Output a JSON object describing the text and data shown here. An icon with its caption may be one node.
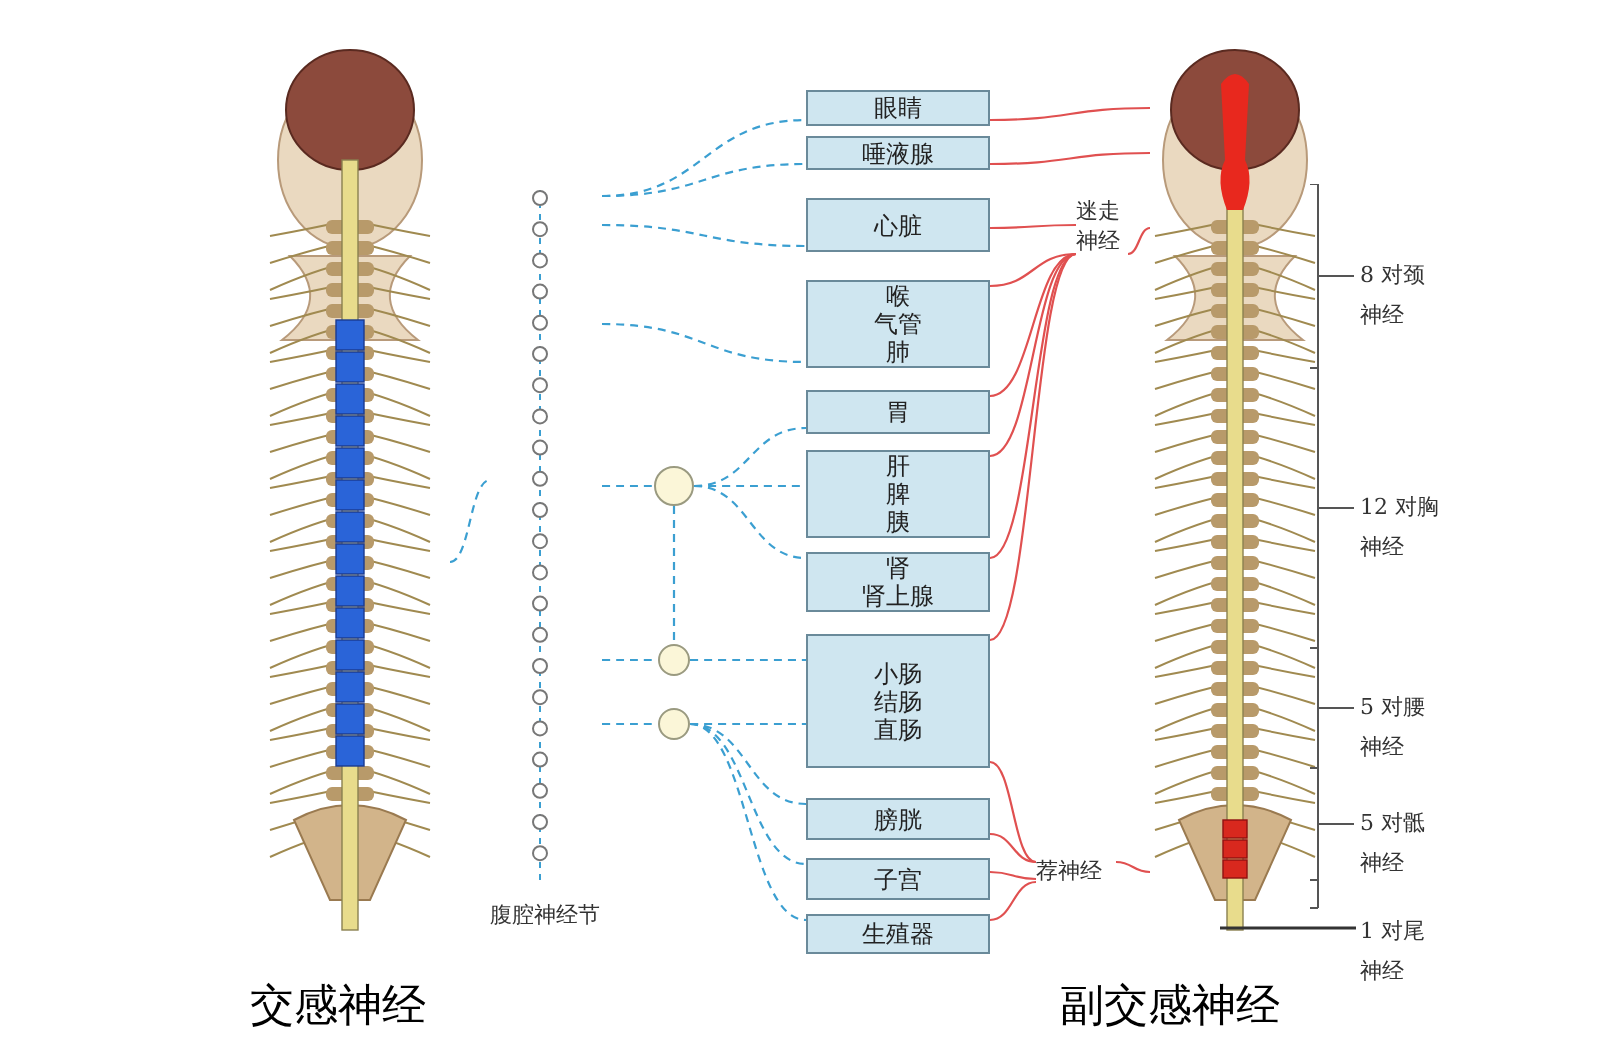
{
  "diagram": {
    "nodes": [
      {
        "text": [],
        "shape": "picture",
        "beside": [
          "交感神经"
        ]
      },
      {
        "text": [],
        "shape": "picture",
        "beside": [
          "副交感神经"
        ]
      },
      {
        "text": [
          "眼睛"
        ]
      },
      {
        "text": [
          "唾液腺"
        ]
      },
      {
        "text": [
          "心脏"
        ]
      },
      {
        "text": [
          "喉",
          "气管",
          "肺"
        ]
      },
      {
        "text": [
          "胃"
        ]
      },
      {
        "text": [
          "肝",
          "脾",
          "胰"
        ]
      },
      {
        "text": [
          "肾",
          "肾上腺"
        ]
      },
      {
        "text": [
          "小肠",
          "结肠",
          "直肠"
        ]
      },
      {
        "text": [
          "膀胱"
        ]
      },
      {
        "text": [
          "子宫"
        ]
      },
      {
        "text": [
          "生殖器"
        ]
      },
      {
        "text": [],
        "shape": "circle"
      },
      {
        "text": [],
        "shape": "circle"
      },
      {
        "text": [],
        "shape": "circle"
      },
      {
        "text": [
          "迷走神经"
        ]
      },
      {
        "text": [
          "荐神经"
        ]
      },
      {
        "text": [
          "腹腔神经节"
        ]
      }
    ],
    "edges": [
      {
        "from": 0,
        "to": 18,
        "arrow": "none",
        "style": "dashed"
      },
      {
        "from": 18,
        "to": 2,
        "arrow": "none",
        "style": "dashed"
      },
      {
        "from": 18,
        "to": 3,
        "arrow": "none",
        "style": "dashed"
      },
      {
        "from": 18,
        "to": 4,
        "arrow": "none",
        "style": "dashed"
      },
      {
        "from": 18,
        "to": 5,
        "arrow": "none",
        "style": "dashed"
      },
      {
        "from": 18,
        "to": 13,
        "arrow": "none",
        "style": "dashed"
      },
      {
        "from": 13,
        "to": 6,
        "arrow": "none",
        "style": "dashed"
      },
      {
        "from": 13,
        "to": 7,
        "arrow": "none",
        "style": "dashed"
      },
      {
        "from": 13,
        "to": 8,
        "arrow": "none",
        "style": "dashed"
      },
      {
        "from": 13,
        "to": 14,
        "arrow": "none",
        "style": "dashed"
      },
      {
        "from": 18,
        "to": 14,
        "arrow": "none",
        "style": "dashed"
      },
      {
        "from": 14,
        "to": 9,
        "arrow": "none",
        "style": "dashed"
      },
      {
        "from": 18,
        "to": 15,
        "arrow": "none",
        "style": "dashed"
      },
      {
        "from": 15,
        "to": 9,
        "arrow": "none",
        "style": "dashed"
      },
      {
        "from": 15,
        "to": 10,
        "arrow": "none",
        "style": "dashed"
      },
      {
        "from": 15,
        "to": 11,
        "arrow": "none",
        "style": "dashed"
      },
      {
        "from": 15,
        "to": 12,
        "arrow": "none",
        "style": "dashed"
      },
      {
        "from": 1,
        "to": 2,
        "arrow": "none",
        "color": "#e05050"
      },
      {
        "from": 1,
        "to": 3,
        "arrow": "none",
        "color": "#e05050"
      },
      {
        "from": 1,
        "to": 16,
        "arrow": "none",
        "color": "#e05050"
      },
      {
        "from": 16,
        "to": 4,
        "arrow": "none",
        "color": "#e05050"
      },
      {
        "from": 16,
        "to": 5,
        "arrow": "none",
        "color": "#e05050"
      },
      {
        "from": 16,
        "to": 6,
        "arrow": "none",
        "color": "#e05050"
      },
      {
        "from": 16,
        "to": 7,
        "arrow": "none",
        "color": "#e05050"
      },
      {
        "from": 16,
        "to": 8,
        "arrow": "none",
        "color": "#e05050"
      },
      {
        "from": 16,
        "to": 9,
        "arrow": "none",
        "color": "#e05050"
      },
      {
        "from": 1,
        "to": 17,
        "arrow": "none",
        "color": "#e05050"
      },
      {
        "from": 17,
        "to": 9,
        "arrow": "none",
        "color": "#e05050"
      },
      {
        "from": 17,
        "to": 10,
        "arrow": "none",
        "color": "#e05050"
      },
      {
        "from": 17,
        "to": 11,
        "arrow": "none",
        "color": "#e05050"
      },
      {
        "from": 17,
        "to": 12,
        "arrow": "none",
        "color": "#e05050"
      }
    ],
    "labels": [
      "8 对颈神经",
      "12 对胸神经",
      "5 对腰神经",
      "5 对骶神经",
      "1 对尾神经"
    ]
  }
}
